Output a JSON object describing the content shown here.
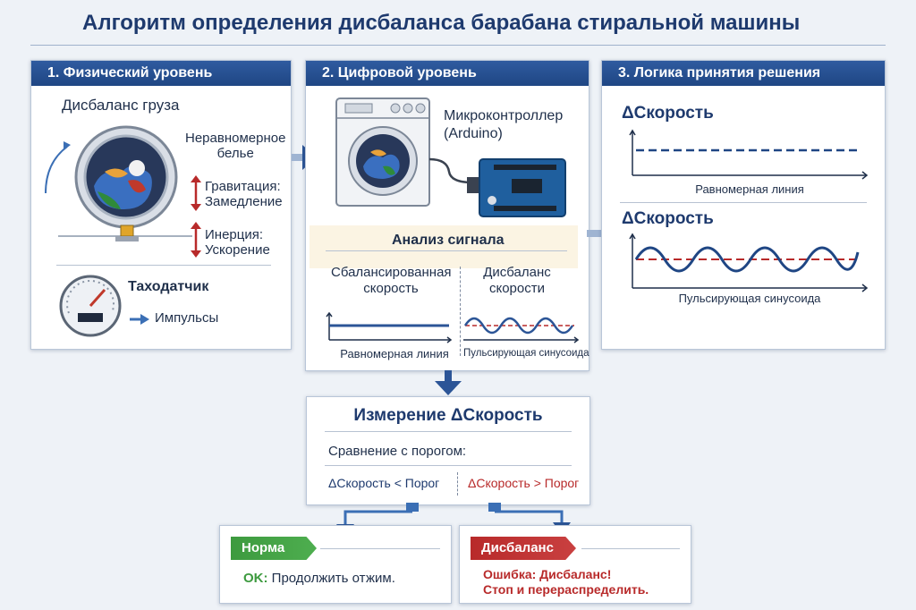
{
  "title": "Алгоритм определения дисбаланса барабана стиральной машины",
  "panel1": {
    "header": "1. Физический уровень",
    "load_imbalance": "Дисбаланс груза",
    "uneven_laundry_line1": "Неравномерное",
    "uneven_laundry_line2": "белье",
    "gravity_line1": "Гравитация:",
    "gravity_line2": "Замедление",
    "inertia_line1": "Инерция:",
    "inertia_line2": "Ускорение",
    "tacho": "Таходатчик",
    "pulses": "Импульсы"
  },
  "panel2": {
    "header": "2. Цифровой уровень",
    "mcu_line1": "Микроконтроллер",
    "mcu_line2": "(Arduino)",
    "analysis": "Анализ сигнала",
    "balanced_line1": "Сбалансированная",
    "balanced_line2": "скорость",
    "imbalance_line1": "Дисбаланс",
    "imbalance_line2": "скорости",
    "uniform_line": "Равномерная линия",
    "pulsing_sine": "Пульсирующая синусоида"
  },
  "panel3": {
    "header": "3. Логика принятия решения",
    "delta_speed_1": "ΔСкорость",
    "uniform_line": "Равномерная линия",
    "delta_speed_2": "ΔСкорость",
    "pulsing_sine": "Пульсирующая синусоида"
  },
  "measure": {
    "title": "Измерение ΔСкорость",
    "compare": "Сравнение с порогом:",
    "less": "ΔСкорость < Порог",
    "greater": "ΔСкорость > Порог"
  },
  "norm": {
    "badge": "Норма",
    "ok": "OK:",
    "text": "Продолжить отжим."
  },
  "imbalance": {
    "badge": "Дисбаланс",
    "line1": "Ошибка: Дисбаланс!",
    "line2": "Стоп и перераспределить."
  },
  "colors": {
    "header_blue": "#1f4684",
    "green": "#3d9a3f",
    "red": "#b82a2a"
  }
}
